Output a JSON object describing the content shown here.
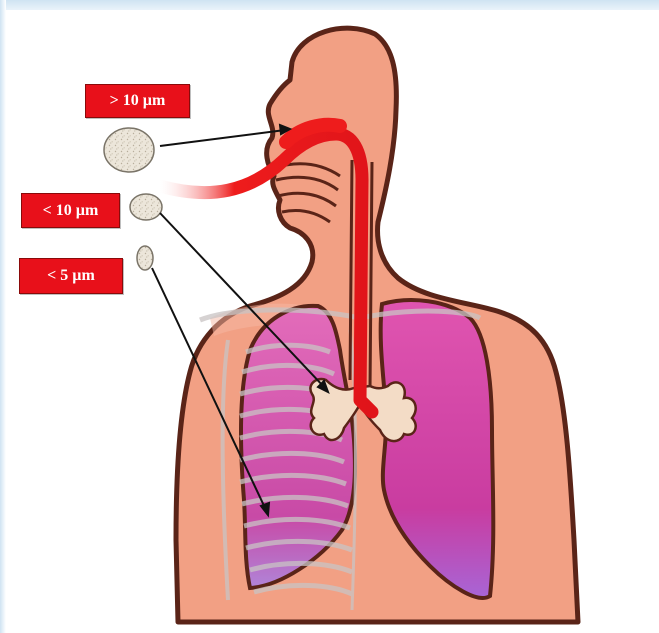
{
  "particle_labels": {
    "large": "> 10 µm",
    "medium": "< 10 µm",
    "small": "< 5 µm"
  },
  "colors": {
    "label_background": "#e8101a",
    "label_text": "#ffffff",
    "skin": "#f2a084",
    "outline": "#5a2418",
    "lung": "#d64aa8",
    "lung_lower": "#b478d8",
    "airflow": "#ee1c1c",
    "particle": "#ece4d8"
  },
  "icons": {
    "particles": [
      "particle-large-icon",
      "particle-medium-icon",
      "particle-small-icon"
    ],
    "anatomy": [
      "torso-icon",
      "left-lung-icon",
      "right-lung-icon",
      "bronchi-icon",
      "ribcage-icon"
    ]
  }
}
